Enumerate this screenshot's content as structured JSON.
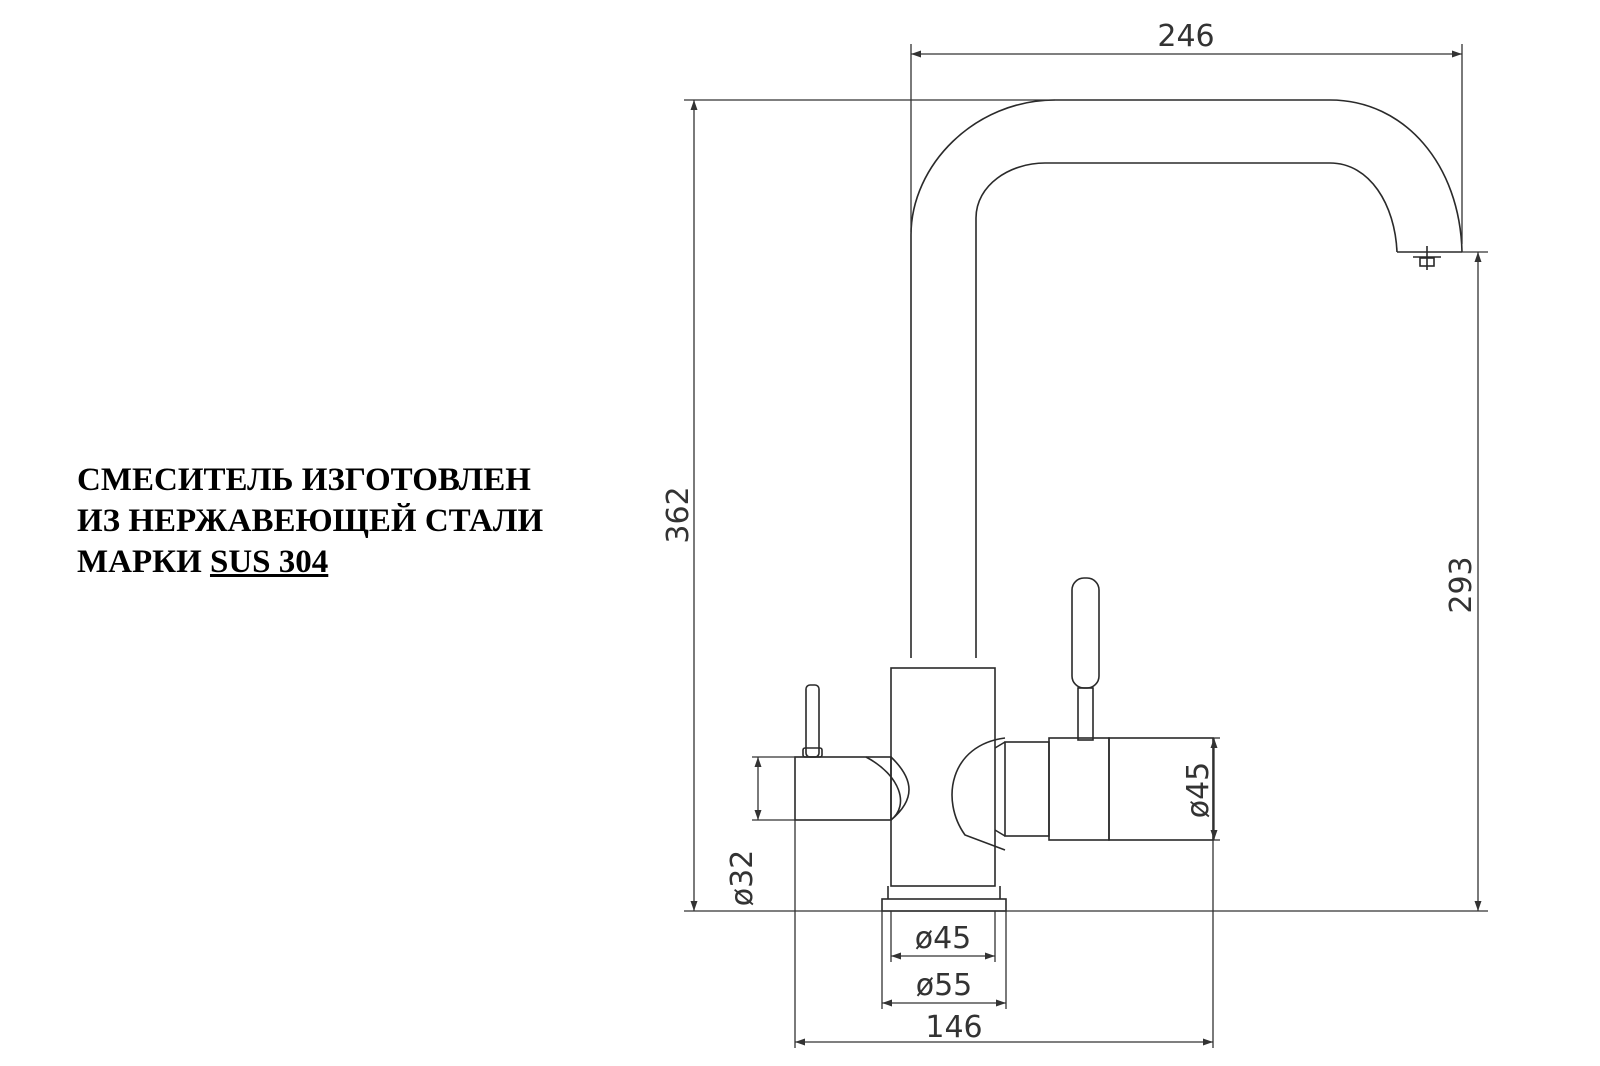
{
  "note": {
    "line1": "СМЕСИТЕЛЬ ИЗГОТОВЛЕН",
    "line2": "ИЗ НЕРЖАВЕЮЩЕЙ СТАЛИ",
    "line3_prefix": "МАРКИ ",
    "line3_material": "SUS 304"
  },
  "dimensions": {
    "spout_reach": "246",
    "total_height": "362",
    "spout_height": "293",
    "side_handle_diameter": "ø32",
    "right_body_diameter": "ø45",
    "base_diameter": "ø45",
    "flange_diameter": "ø55",
    "body_width": "146"
  }
}
